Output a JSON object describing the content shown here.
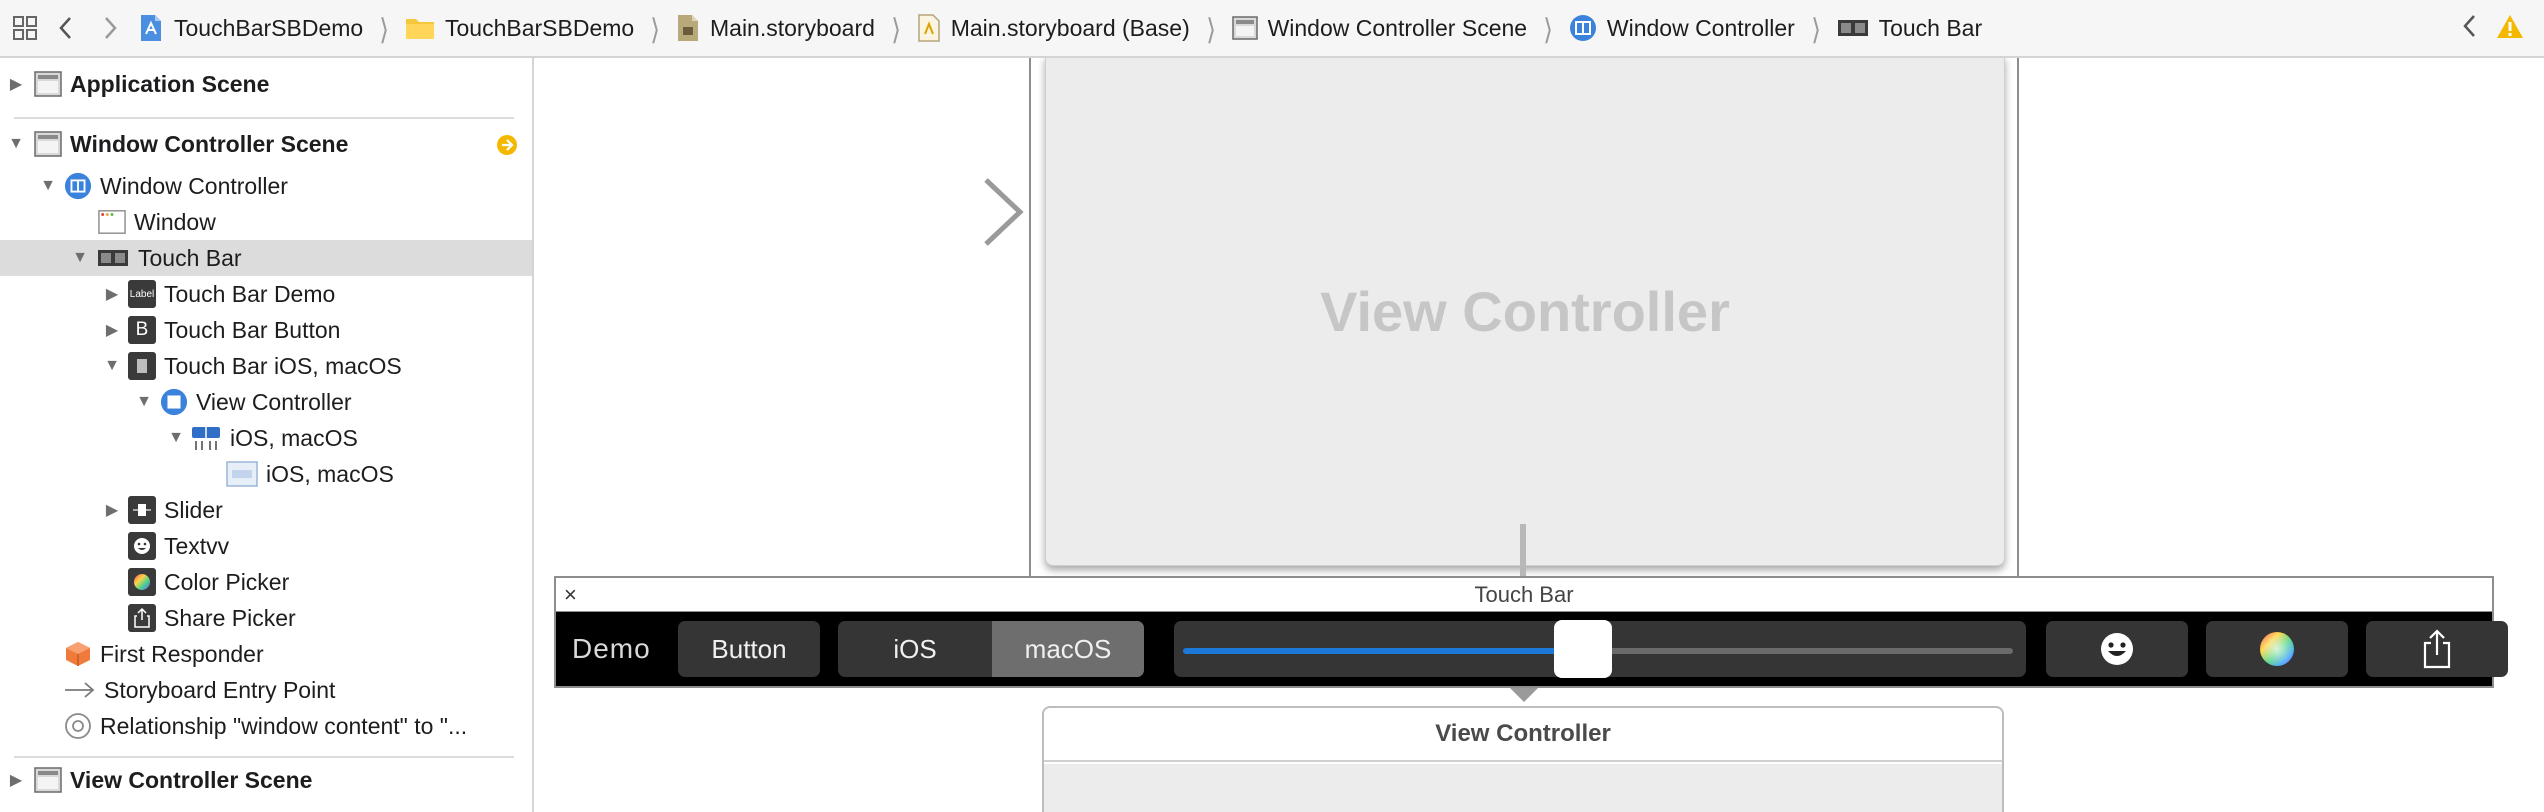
{
  "jumpbar": {
    "crumbs": [
      "TouchBarSBDemo",
      "TouchBarSBDemo",
      "Main.storyboard",
      "Main.storyboard (Base)",
      "Window Controller Scene",
      "Window Controller",
      "Touch Bar"
    ],
    "icons": [
      "related-items-icon",
      "back-icon",
      "forward-icon",
      "project-icon",
      "folder-icon",
      "storyboard-file-icon",
      "storyboard-base-icon",
      "scene-icon",
      "window-controller-icon",
      "touch-bar-icon",
      "issue-back-icon",
      "warning-icon"
    ]
  },
  "outline": {
    "application_scene": "Application Scene",
    "window_controller_scene": "Window Controller Scene",
    "window_controller": "Window Controller",
    "window": "Window",
    "touch_bar": "Touch Bar",
    "touch_bar_demo": "Touch Bar Demo",
    "touch_bar_button": "Touch Bar Button",
    "touch_bar_ios_macos": "Touch Bar iOS, macOS",
    "view_controller": "View Controller",
    "ios_macos_group": "iOS, macOS",
    "ios_macos_control": "iOS, macOS",
    "slider": "Slider",
    "textvv": "Textvv",
    "color_picker": "Color Picker",
    "share_picker": "Share Picker",
    "first_responder": "First Responder",
    "storyboard_entry_point": "Storyboard Entry Point",
    "relationship": "Relationship \"window content\" to \"...",
    "view_controller_scene": "View Controller Scene",
    "label_badge": "Label",
    "button_badge": "B"
  },
  "canvas": {
    "vc_title": "View Controller",
    "touchbar_window_title": "Touch Bar",
    "touchbar_close": "×",
    "touchbar_label": "Demo",
    "touchbar_button": "Button",
    "segments": [
      "iOS",
      "macOS"
    ],
    "selected_segment": "macOS",
    "slider_value": 0.47,
    "vc2_title": "View Controller"
  },
  "colors": {
    "accent": "#1c79d8",
    "warning": "#f5b800",
    "selection": "#dcdcdc",
    "touchbar_bg": "#000000"
  }
}
